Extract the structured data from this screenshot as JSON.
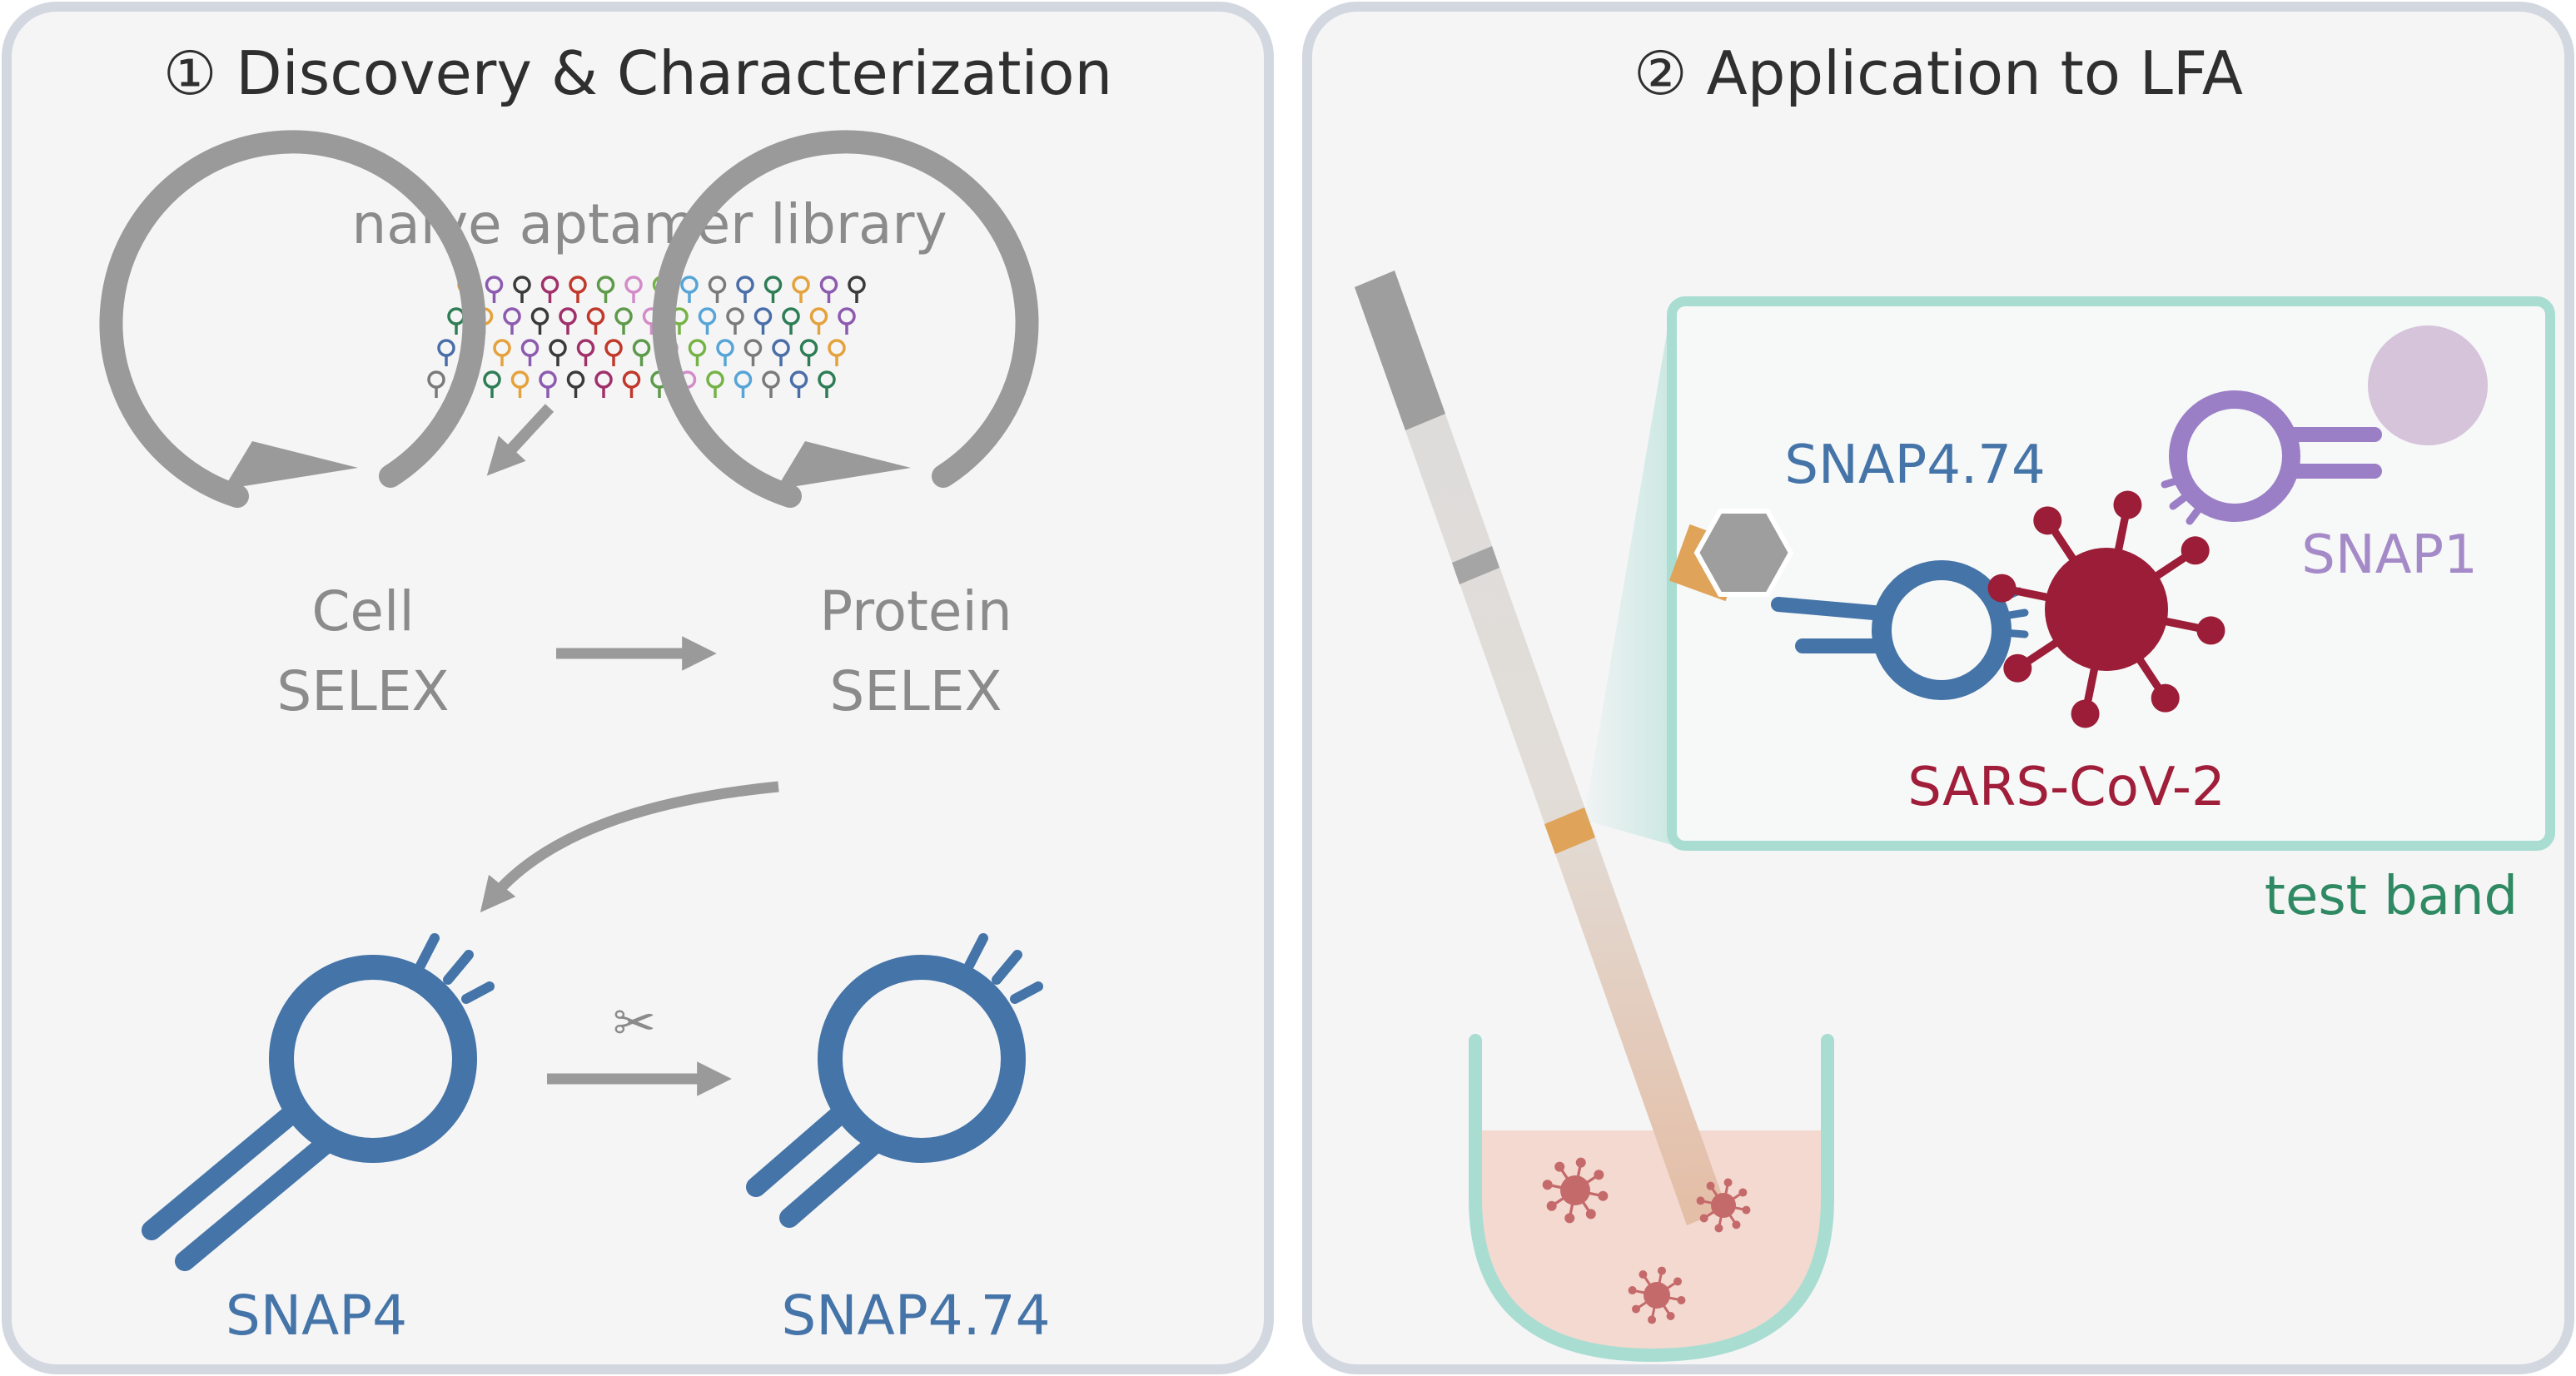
{
  "panel1": {
    "title": "① Discovery & Characterization",
    "library_label": "naïve aptamer library",
    "cell_selex": {
      "line1": "Cell",
      "line2": "SELEX"
    },
    "protein_selex": {
      "line1": "Protein",
      "line2": "SELEX"
    },
    "aptamer_left": "SNAP4",
    "aptamer_right": "SNAP4.74",
    "scissors_glyph": "✂"
  },
  "panel2": {
    "title": "② Application to LFA",
    "capture_aptamer": "SNAP4.74",
    "detection_aptamer": "SNAP1",
    "virus": "SARS-CoV-2",
    "band_label": "test band"
  },
  "colors": {
    "panel_border": "#d3d8e0",
    "panel_fill": "#f5f5f6",
    "gray": "#9a9a9a",
    "blue": "#4574a8",
    "purple": "#9b7fc6",
    "virus_red": "#9b1d37",
    "teal": "#a9ddd2",
    "orange": "#e0a35a",
    "label_green": "#2f8a63"
  }
}
